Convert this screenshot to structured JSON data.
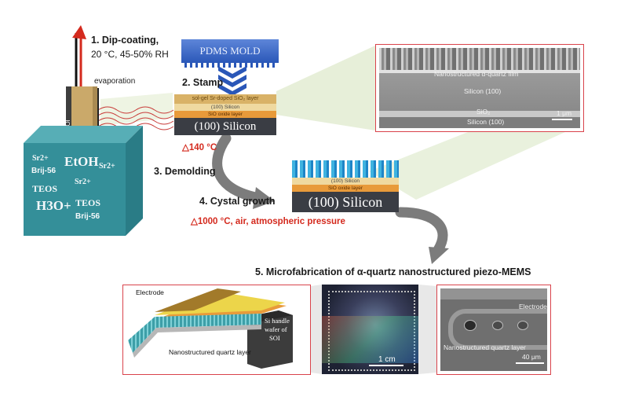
{
  "steps": {
    "s1_title": "1. Dip-coating,",
    "s1_cond": "20 °C, 45-50% RH",
    "s2": "2. Stamp",
    "s3": "3. Demolding",
    "s4": "4. Cystal growth",
    "s5": "5. Microfabrication of α-quartz nanostructured piezo-MEMS"
  },
  "conditions": {
    "t140": "△140 °C",
    "t1000": "△1000 °C, air, atmospheric pressure"
  },
  "dipcoat": {
    "evaporation": "evaporation",
    "wafer_label": "SOI",
    "solution": [
      "EtOH",
      "Sr2+",
      "Sr2+",
      "Sr2+",
      "Brij-56",
      "TEOS",
      "TEOS",
      "H3O+",
      "Brij-56"
    ]
  },
  "mold": {
    "label": "PDMS MOLD"
  },
  "stack1": {
    "top": "sol-gel Sr-doped SiO₂ layer",
    "mid": "(100) Silicon",
    "oxide": "SiO oxide layer",
    "base": "(100) Silicon"
  },
  "stack2": {
    "mid": "(100) Silicon",
    "oxide": "SiO oxide layer",
    "base": "(100) Silicon"
  },
  "sem1": {
    "film": "Nanostructured α-quartz film",
    "silicon_top": "Silicon (100)",
    "oxide": "SiO₂",
    "silicon_bottom": "Silicon (100)",
    "scale": "1 μm"
  },
  "device": {
    "electrode": "Electrode",
    "quartz_layer": "Nanostructured quartz layer",
    "handle": [
      "Si handle",
      "wafer of",
      "SOI"
    ]
  },
  "chip": {
    "scale": "1 cm"
  },
  "sem2": {
    "electrode": "Electrode",
    "quartz_layer": "Nanostructured quartz layer",
    "scale": "40 μm"
  },
  "colors": {
    "accent_red": "#d42a1e",
    "box_border": "#d9434b",
    "solution": "#2f8d97",
    "pdms": "#2a57b8",
    "gold_layer": "#d9b267",
    "oxide_orange": "#e89a3a",
    "silicon_dark": "#3a3d44"
  }
}
